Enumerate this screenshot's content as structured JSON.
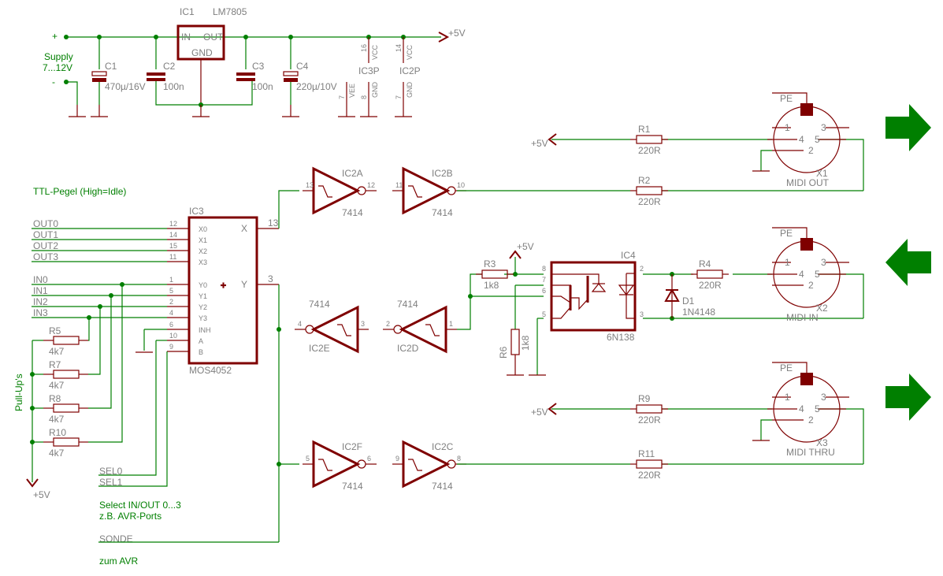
{
  "power": {
    "supply_label": "Supply",
    "supply_range": "7...12V",
    "plus": "+",
    "minus": "-",
    "vcc_label": "+5V",
    "regulator": {
      "name": "IC1",
      "value": "LM7805",
      "pin_in": "IN",
      "pin_out": "OUT",
      "pin_gnd": "GND"
    },
    "caps": [
      {
        "name": "C1",
        "value": "470µ/16V"
      },
      {
        "name": "C2",
        "value": "100n"
      },
      {
        "name": "C3",
        "value": "100n"
      },
      {
        "name": "C4",
        "value": "220µ/10V"
      }
    ],
    "ic3p": {
      "name": "IC3P",
      "vcc_pin": "16",
      "vee_pin": "7",
      "gnd_pin": "8",
      "vcc": "VCC",
      "vee": "VEE",
      "gnd": "GND"
    },
    "ic2p": {
      "name": "IC2P",
      "vcc_pin": "14",
      "gnd_pin": "7",
      "vcc": "VCC",
      "gnd": "GND"
    }
  },
  "labels": {
    "ttl": "TTL-Pegel (High=Idle)",
    "pullups": "Pull-Up's",
    "pullup_vcc": "+5V",
    "select1": "Select IN/OUT 0...3",
    "select2": "z.B. AVR-Ports",
    "zum_avr": "zum AVR",
    "sel0": "SEL0",
    "sel1": "SEL1",
    "sonde": "SONDE"
  },
  "mux": {
    "name": "IC3",
    "value": "MOS4052",
    "outputs": [
      "OUT0",
      "OUT1",
      "OUT2",
      "OUT3"
    ],
    "inputs": [
      "IN0",
      "IN1",
      "IN2",
      "IN3"
    ],
    "left_pins": [
      {
        "num": "12",
        "name": "X0"
      },
      {
        "num": "14",
        "name": "X1"
      },
      {
        "num": "15",
        "name": "X2"
      },
      {
        "num": "11",
        "name": "X3"
      },
      {
        "num": "1",
        "name": "Y0"
      },
      {
        "num": "5",
        "name": "Y1"
      },
      {
        "num": "2",
        "name": "Y2"
      },
      {
        "num": "4",
        "name": "Y3"
      },
      {
        "num": "6",
        "name": "INH"
      },
      {
        "num": "10",
        "name": "A"
      },
      {
        "num": "9",
        "name": "B"
      }
    ],
    "right_pins": [
      {
        "num": "13",
        "name": "X"
      },
      {
        "num": "3",
        "name": "Y"
      }
    ]
  },
  "pullup_resistors": [
    {
      "name": "R5",
      "value": "4k7"
    },
    {
      "name": "R7",
      "value": "4k7"
    },
    {
      "name": "R8",
      "value": "4k7"
    },
    {
      "name": "R10",
      "value": "4k7"
    }
  ],
  "inverters": [
    {
      "name": "IC2A",
      "value": "7414",
      "in": "13",
      "out": "12"
    },
    {
      "name": "IC2B",
      "value": "7414",
      "in": "11",
      "out": "10"
    },
    {
      "name": "IC2E",
      "value": "7414",
      "in": "3",
      "out": "4"
    },
    {
      "name": "IC2D",
      "value": "7414",
      "in": "1",
      "out": "2"
    },
    {
      "name": "IC2F",
      "value": "7414",
      "in": "5",
      "out": "6"
    },
    {
      "name": "IC2C",
      "value": "7414",
      "in": "9",
      "out": "8"
    }
  ],
  "optocoupler": {
    "name": "IC4",
    "value": "6N138",
    "pins": [
      "8",
      "7",
      "6",
      "5",
      "2",
      "3"
    ]
  },
  "resistors": [
    {
      "name": "R1",
      "value": "220R"
    },
    {
      "name": "R2",
      "value": "220R"
    },
    {
      "name": "R3",
      "value": "1k8"
    },
    {
      "name": "R4",
      "value": "220R"
    },
    {
      "name": "R6",
      "value": "1k8"
    },
    {
      "name": "R9",
      "value": "220R"
    },
    {
      "name": "R11",
      "value": "220R"
    }
  ],
  "diode": {
    "name": "D1",
    "value": "1N4148"
  },
  "connectors": [
    {
      "name": "X1",
      "label": "MIDI OUT",
      "direction": "out"
    },
    {
      "name": "X2",
      "label": "MIDI IN",
      "direction": "in"
    },
    {
      "name": "X3",
      "label": "MIDI THRU",
      "direction": "out"
    }
  ],
  "din": {
    "pe": "PE",
    "p1": "1",
    "p2": "2",
    "p3": "3",
    "p4": "4",
    "p5": "5"
  },
  "colors": {
    "wire": "#007f00",
    "part": "#7f0000",
    "text": "#7f7f7f",
    "arrow": "#007f00"
  }
}
